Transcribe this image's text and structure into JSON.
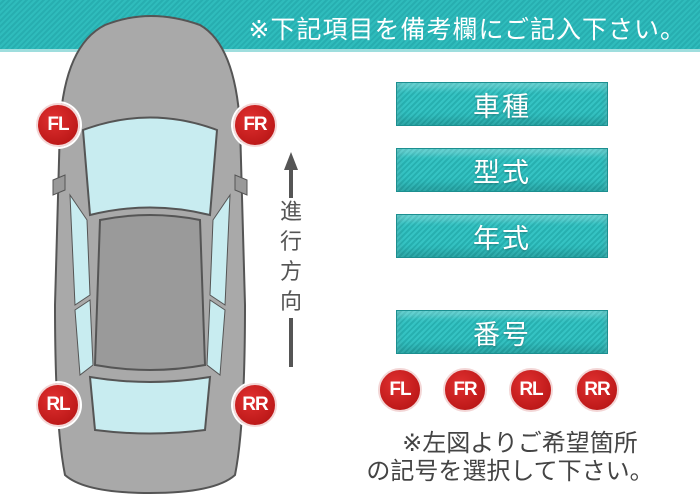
{
  "banner": {
    "text": "※下記項目を備考欄にご記入下さい。"
  },
  "car_badges": {
    "fl": "FL",
    "fr": "FR",
    "rl": "RL",
    "rr": "RR"
  },
  "direction": {
    "text": "進行方向"
  },
  "fields": [
    {
      "label": "車種"
    },
    {
      "label": "型式"
    },
    {
      "label": "年式"
    },
    {
      "label": "番号"
    }
  ],
  "legend_badges": [
    "FL",
    "FR",
    "RL",
    "RR"
  ],
  "note": {
    "line1": "※左図よりご希望箇所",
    "line2": "の記号を選択して下さい。"
  },
  "colors": {
    "teal": "#2bb8b8",
    "red": "#c41a1a",
    "car": "#a8a8a8",
    "glass": "#c8ecf0"
  }
}
